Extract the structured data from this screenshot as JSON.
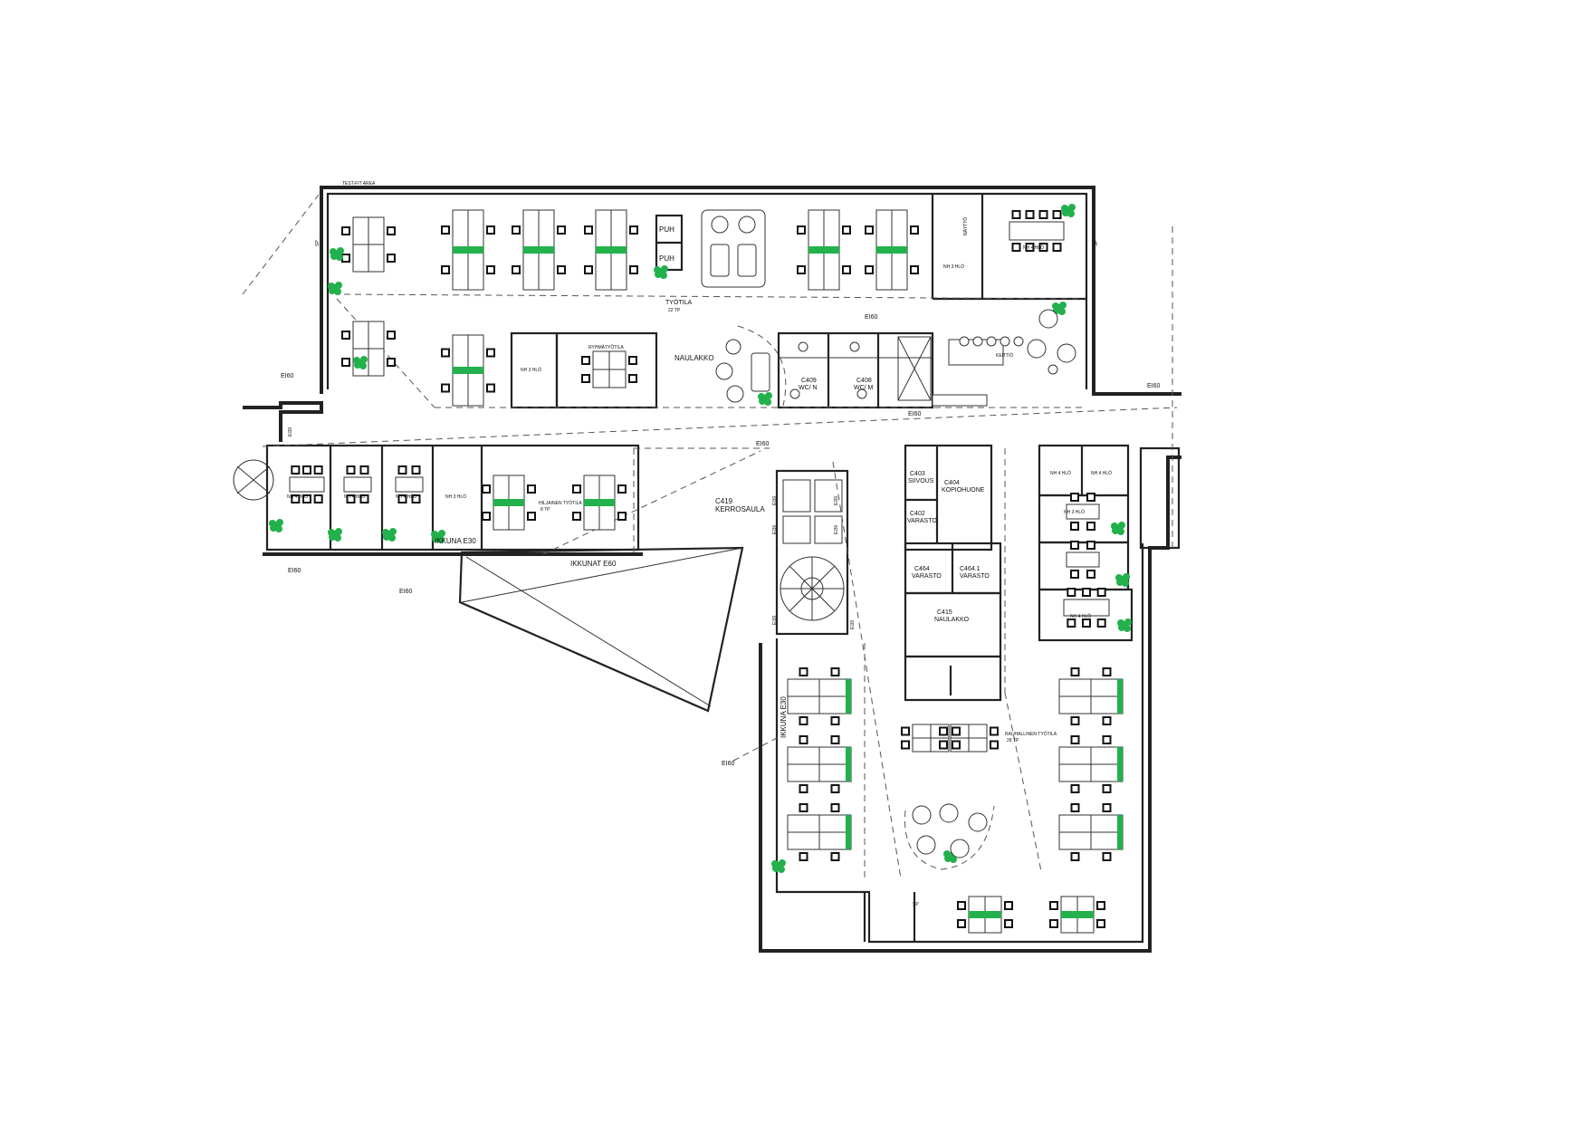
{
  "plan_labels": {
    "test_fit_area": "TEST-FIT AREA",
    "tyotila": "TYÖTILA",
    "tyotila_tp": "22 TP",
    "naulakko": "NAULAKKO",
    "ryhmatyotila": "RYHMÄTYÖTILA",
    "nh3_top": "NH 3 HLÖ",
    "nh3_group": "NH 3 HLÖ",
    "nh4_top": "NH 4 HLÖ",
    "naytto": "NÄYTTÖ",
    "puh1": "PUH",
    "puh2": "PUH",
    "c409": "C409",
    "wc_n": "WC/ N",
    "c408": "C408",
    "wc_m": "WC/ M",
    "keittio": "KEITTIÖ",
    "ei60_a": "EI60",
    "ei60_b": "EI60",
    "ei60_c": "EI60",
    "ei60_d": "EI60",
    "ei60_e": "EI60",
    "ei60_f": "EI60",
    "ei60_g": "EI60",
    "ei60_h": "EI60",
    "ei30_a": "EI30",
    "ei30_b": "EI30",
    "ei30_c": "EI30",
    "ei30_d": "EI30",
    "ei30_e": "EI30",
    "ei30_f": "EI30",
    "ei30_g": "EI30",
    "sp1": "SP",
    "sp2": "SP",
    "sp3": "SP",
    "ikkuna_e30": "IKKUNA E30",
    "ikkunat_e60": "IKKUNAT E60",
    "ikkuna_e30_v": "IKKUNA E30",
    "nh4_w1": "NH 4 HLÖ",
    "nh4_w2": "NH 4 HLÖ",
    "nh4_w3": "NH 4 HLÖ",
    "nh3_w": "NH 3 HLÖ",
    "hiljainen": "HILJAINEN TYÖTILA",
    "hiljainen_tp": "8 TP",
    "c419": "C419",
    "kerrosaula": "KERROSAULA",
    "c403": "C403",
    "siivous": "SIIVOUS",
    "c404": "C404",
    "kopiohuone": "KOPIOHUONE",
    "c402": "C402",
    "varasto_c402": "VARASTO",
    "c464": "C464",
    "varasto_c464": "VARASTO",
    "c4641": "C464.1",
    "varasto_c4641": "VARASTO",
    "c415": "C415",
    "naulakko_c415": "NAULAKKO",
    "rauhaton": "RAUHALLINEN TYÖTILA",
    "rauhaton_tp": "28 TP",
    "nh4_e1": "NH 4 HLÖ",
    "nh4_e2": "NH 4 HLÖ",
    "nh3_e": "NH 3 HLÖ",
    "nh4_e3": "NH 4 HLÖ"
  },
  "colors": {
    "wall": "#222222",
    "plant": "#22b14c",
    "background": "#ffffff"
  }
}
